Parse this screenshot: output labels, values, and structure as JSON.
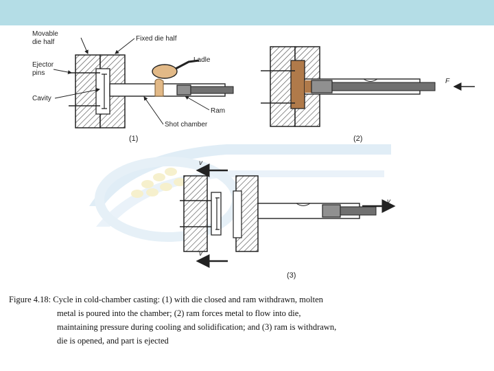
{
  "diagram": {
    "labels": {
      "movable_1": "Movable",
      "movable_2": "die half",
      "fixed_die_half": "Fixed die half",
      "ejector_1": "Ejector",
      "ejector_2": "pins",
      "ladle": "Ladle",
      "cavity": "Cavity",
      "ram": "Ram",
      "shot_chamber": "Shot chamber",
      "force": "F",
      "velocity_top": "v",
      "velocity_bottom": "v",
      "velocity_right": "v"
    },
    "steps": {
      "step1": "(1)",
      "step2": "(2)",
      "step3": "(3)"
    }
  },
  "caption": {
    "line1": "Figure 4.18: Cycle in cold‑chamber casting: (1) with die closed and ram withdrawn, molten",
    "line2": "metal is poured into the chamber; (2) ram forces metal to flow into die,",
    "line3": "maintaining pressure during cooling and solidification; and (3) ram is withdrawn,",
    "line4": "die is opened, and part is ejected"
  },
  "colors": {
    "header_bar": "#b4dde6",
    "molten_metal": "#e2b987",
    "ram": "#707070"
  }
}
